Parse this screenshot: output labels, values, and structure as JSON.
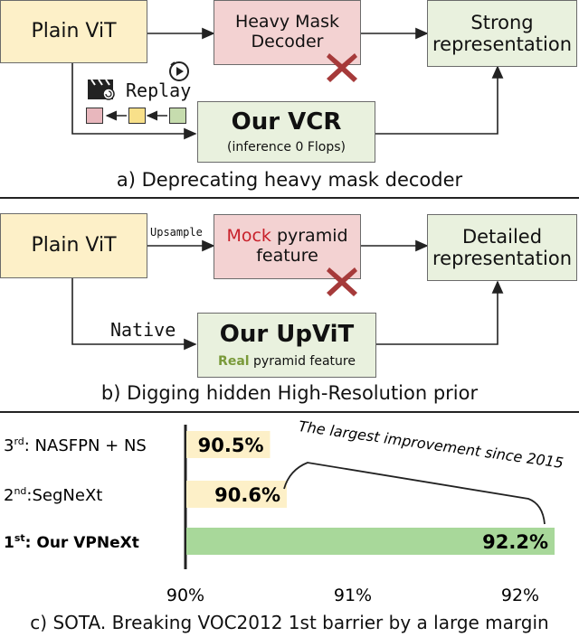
{
  "panel_a": {
    "plain_vit": "Plain ViT",
    "heavy_decoder_line1": "Heavy Mask",
    "heavy_decoder_line2": "Decoder",
    "strong_line1": "Strong",
    "strong_line2": "representation",
    "replay_label": "Replay",
    "vcr_title": "Our VCR",
    "vcr_subtitle": "(inference 0 Flops)",
    "caption": "a) Deprecating heavy mask decoder"
  },
  "panel_b": {
    "plain_vit": "Plain ViT",
    "upsample_label": "Upsample",
    "native_label": "Native",
    "mock_word": "Mock",
    "mock_rest_line1": " pyramid",
    "mock_line2": "feature",
    "detailed_line1": "Detailed",
    "detailed_line2": "representation",
    "upvit_title": "Our UpViT",
    "real_word": "Real",
    "real_rest": " pyramid feature",
    "caption": "b) Digging hidden High-Resolution prior"
  },
  "panel_c": {
    "annotation": "The largest improvement since 2015",
    "caption": "c) SOTA. Breaking VOC2012 1st barrier by a large margin"
  },
  "colors": {
    "yellow": "#fdf0c8",
    "pink": "#f3d2d2",
    "green": "#e9f1de",
    "bar_green": "#a8d89a",
    "cross_red": "#a63a3a",
    "mock_red": "#c8202a",
    "real_green": "#7a9a3a"
  },
  "chart_data": {
    "type": "bar",
    "orientation": "horizontal",
    "categories": [
      "3rd: NASFPN + NS",
      "2nd:SegNeXt",
      "1st: Our VPNeXt"
    ],
    "values": [
      90.5,
      90.6,
      92.2
    ],
    "value_labels": [
      "90.5%",
      "90.6%",
      "92.2%"
    ],
    "xlim": [
      90,
      92
    ],
    "xticks": [
      "90%",
      "91%",
      "92%"
    ]
  }
}
